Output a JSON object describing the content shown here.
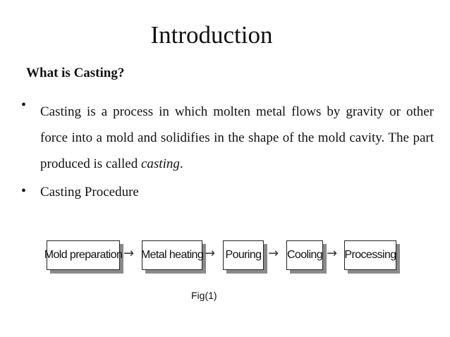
{
  "slide": {
    "title": "Introduction",
    "subheading": "What is Casting?",
    "bullets": [
      {
        "text_before": "Casting is a process in which molten metal flows by gravity or other force into a mold and solidifies in the shape of the mold cavity. The part produced is called ",
        "emphasis": "casting",
        "text_after": "."
      },
      {
        "text": "Casting Procedure"
      }
    ],
    "bullet_symbol": "•"
  },
  "diagram": {
    "steps": [
      "Mold preparation",
      "Metal heating",
      "Pouring",
      "Cooling",
      "Processing"
    ],
    "arrow_symbol": "→",
    "caption": "Fig(1)"
  }
}
